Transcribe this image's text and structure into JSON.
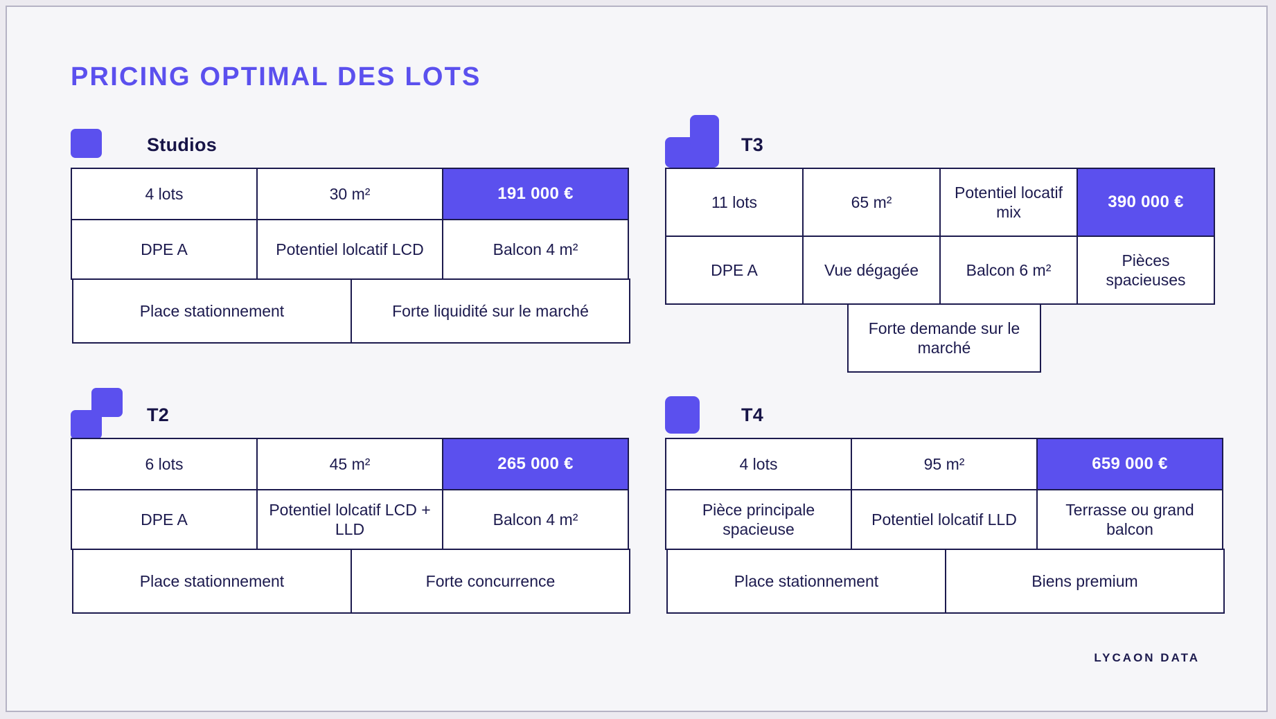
{
  "page": {
    "title": "PRICING OPTIMAL DES LOTS",
    "footer": "LYCAON DATA",
    "accent_color": "#5b50ee",
    "text_color": "#1c1a4e",
    "background_color": "#f6f6f9"
  },
  "groups": [
    {
      "id": "studios",
      "label": "Studios",
      "icon": "one-square-icon",
      "row1": [
        {
          "text": "4 lots",
          "highlight": false
        },
        {
          "text": "30 m²",
          "highlight": false
        },
        {
          "text": "191 000 €",
          "highlight": true
        }
      ],
      "row2": [
        {
          "text": "DPE A"
        },
        {
          "text": "Potentiel lolcatif LCD"
        },
        {
          "text": "Balcon 4 m²"
        }
      ],
      "row3": [
        {
          "text": "Place stationnement"
        },
        {
          "text": "Forte liquidité sur le marché"
        }
      ]
    },
    {
      "id": "t3",
      "label": "T3",
      "icon": "l-shape-icon",
      "row1": [
        {
          "text": "11 lots",
          "highlight": false
        },
        {
          "text": "65 m²",
          "highlight": false
        },
        {
          "text": "Potentiel locatif mix",
          "highlight": false
        },
        {
          "text": "390 000 €",
          "highlight": true
        }
      ],
      "row2": [
        {
          "text": "DPE A"
        },
        {
          "text": "Vue dégagée"
        },
        {
          "text": "Balcon 6 m²"
        },
        {
          "text": "Pièces spacieuses"
        }
      ],
      "row3": [
        {
          "text": "Forte demande sur le marché"
        }
      ]
    },
    {
      "id": "t2",
      "label": "T2",
      "icon": "two-square-diagonal-icon",
      "row1": [
        {
          "text": "6 lots",
          "highlight": false
        },
        {
          "text": "45 m²",
          "highlight": false
        },
        {
          "text": "265 000 €",
          "highlight": true
        }
      ],
      "row2": [
        {
          "text": "DPE A"
        },
        {
          "text": "Potentiel lolcatif LCD + LLD"
        },
        {
          "text": "Balcon 4 m²"
        }
      ],
      "row3": [
        {
          "text": "Place stationnement"
        },
        {
          "text": "Forte concurrence"
        }
      ]
    },
    {
      "id": "t4",
      "label": "T4",
      "icon": "one-big-square-icon",
      "row1": [
        {
          "text": "4 lots",
          "highlight": false
        },
        {
          "text": "95 m²",
          "highlight": false
        },
        {
          "text": "659 000 €",
          "highlight": true
        }
      ],
      "row2": [
        {
          "text": "Pièce principale spacieuse"
        },
        {
          "text": "Potentiel lolcatif LLD"
        },
        {
          "text": "Terrasse ou grand balcon"
        }
      ],
      "row3": [
        {
          "text": "Place stationnement"
        },
        {
          "text": "Biens premium"
        }
      ]
    }
  ]
}
